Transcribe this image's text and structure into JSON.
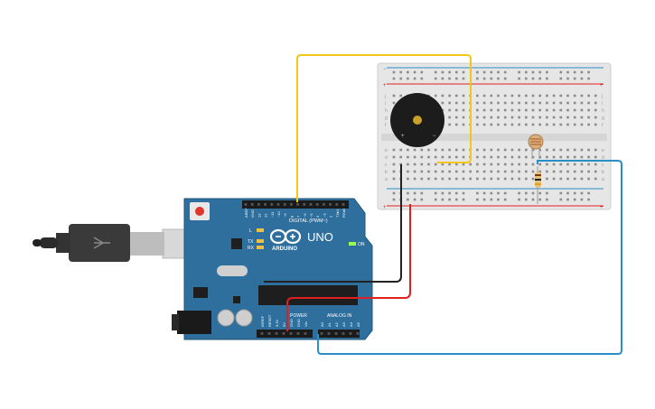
{
  "board": {
    "brand": "ARDUINO",
    "model": "UNO",
    "digital_label": "DIGITAL (PWM~)",
    "power_label": "POWER",
    "analog_label": "ANALOG IN",
    "led_l": "L",
    "led_tx": "TX",
    "led_rx": "RX",
    "led_on": "ON",
    "digital_pins": [
      "AREF",
      "GND",
      "13",
      "12",
      "~11",
      "~10",
      "~9",
      "8",
      "7",
      "~6",
      "~5",
      "4",
      "~3",
      "2",
      "TX▸1",
      "RX◂0"
    ],
    "power_pins": [
      "IOREF",
      "RESET",
      "3.3V",
      "5V",
      "GND",
      "GND",
      "Vin"
    ],
    "analog_pins": [
      "A0",
      "A1",
      "A2",
      "A3",
      "A4",
      "A5"
    ],
    "color": "#2e6f9e"
  },
  "breadboard": {
    "row_letters_top": [
      "j",
      "i",
      "h",
      "g",
      "f"
    ],
    "row_letters_bottom": [
      "e",
      "d",
      "c",
      "b",
      "a"
    ],
    "columns": 30,
    "plus_label": "+",
    "minus_label": "−"
  },
  "buzzer": {
    "plus_label": "+",
    "minus_label": "−"
  },
  "wires": {
    "yellow": "#f5c518",
    "black": "#222222",
    "red": "#e02020",
    "blue": "#2a8ec8"
  },
  "usb_cable_icon": "usb-icon"
}
